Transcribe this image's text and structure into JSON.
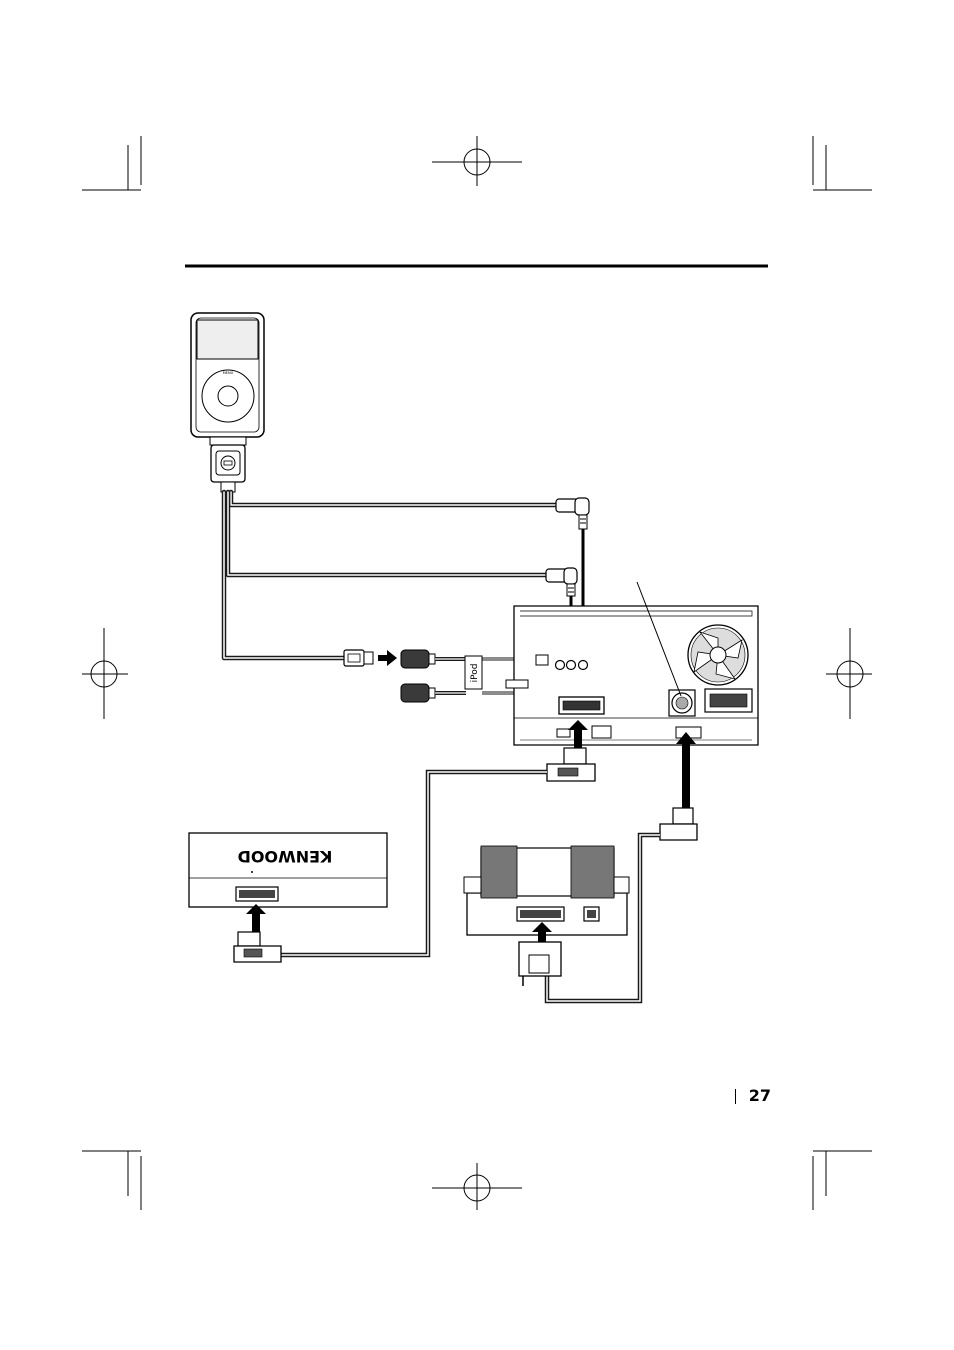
{
  "page_number": "27",
  "labels": {
    "ipod_tag": "iPod",
    "brand": "KENWOOD"
  },
  "colors": {
    "ink": "#000000",
    "cable": "#1a1a1a",
    "device_fill": "#ffffff",
    "screen": "#eeeeee"
  }
}
